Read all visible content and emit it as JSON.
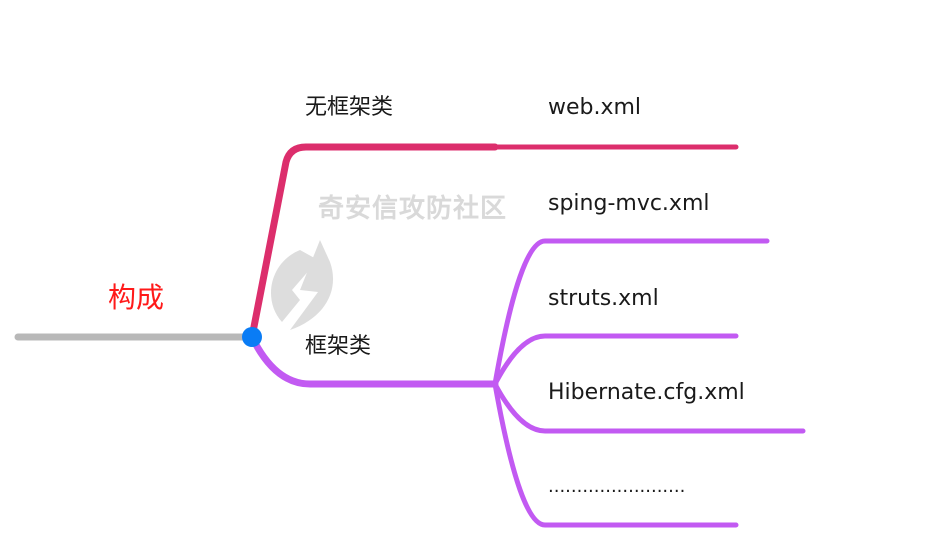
{
  "mindmap": {
    "root": {
      "label": "构成",
      "color": "#ff1a1a"
    },
    "branches": [
      {
        "label": "无框架类",
        "color": "#dc2e6c",
        "children": [
          {
            "label": "web.xml"
          }
        ]
      },
      {
        "label": "框架类",
        "color": "#c25af2",
        "children": [
          {
            "label": "sping-mvc.xml"
          },
          {
            "label": "struts.xml"
          },
          {
            "label": "Hibernate.cfg.xml"
          },
          {
            "label": "........................"
          }
        ]
      }
    ],
    "connector_color": "#b8b8b8",
    "node_dot_color": "#0a7cf5"
  },
  "watermark": {
    "text": "奇安信攻防社区",
    "icon": "lightning-shield-icon"
  }
}
